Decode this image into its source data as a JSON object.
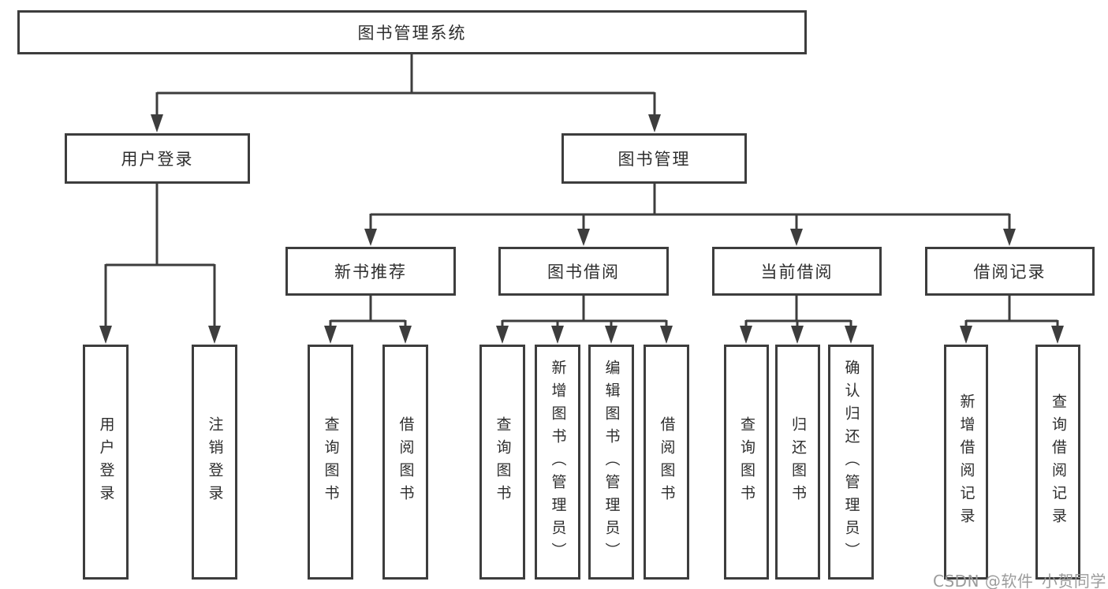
{
  "diagram": {
    "root": {
      "label": "图书管理系统"
    },
    "branches": [
      {
        "label": "用户登录",
        "children": [
          {
            "label": "用户登录"
          },
          {
            "label": "注销登录"
          }
        ]
      },
      {
        "label": "图书管理",
        "children": [
          {
            "label": "新书推荐",
            "children": [
              {
                "label": "查询图书"
              },
              {
                "label": "借阅图书"
              }
            ]
          },
          {
            "label": "图书借阅",
            "children": [
              {
                "label": "查询图书"
              },
              {
                "label": "新增图书（管理员）"
              },
              {
                "label": "编辑图书（管理员）"
              },
              {
                "label": "借阅图书"
              }
            ]
          },
          {
            "label": "当前借阅",
            "children": [
              {
                "label": "查询图书"
              },
              {
                "label": "归还图书"
              },
              {
                "label": "确认归还（管理员）"
              }
            ]
          },
          {
            "label": "借阅记录",
            "children": [
              {
                "label": "新增借阅记录"
              },
              {
                "label": "查询借阅记录"
              }
            ]
          }
        ]
      }
    ]
  },
  "watermark": {
    "text": "CSDN @软件_小贺同学"
  },
  "colors": {
    "line": "#3d3d3d",
    "text": "#2e2e2e",
    "watermark": "#9c9c9c",
    "background": "#ffffff"
  }
}
